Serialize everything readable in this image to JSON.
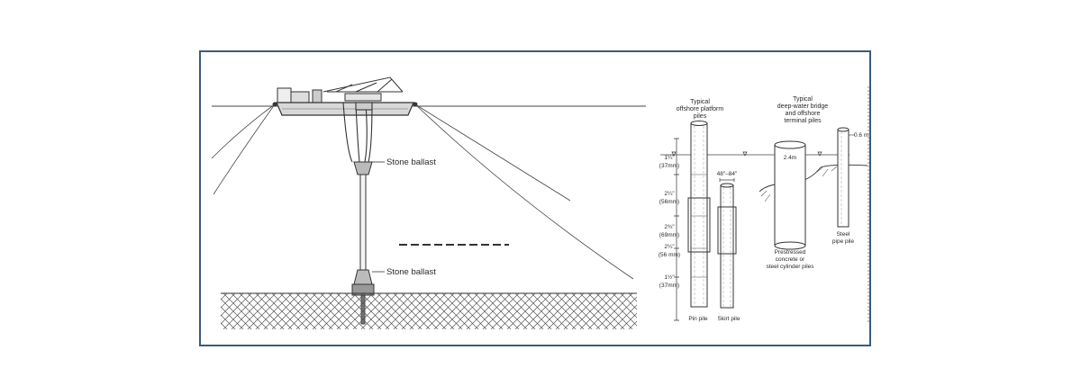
{
  "left_figure": {
    "labels": {
      "stone_ballast_upper": "Stone ballast",
      "stone_ballast_lower": "Stone ballast"
    }
  },
  "right_figure": {
    "headings": {
      "platform_line1": "Typical",
      "platform_line2": "offshore platform",
      "platform_line3": "piles",
      "terminal_line1": "Typical",
      "terminal_line2": "deep-water bridge",
      "terminal_line3": "and offshore",
      "terminal_line4": "terminal piles"
    },
    "dimensions": {
      "d1_in": "1¼\"",
      "d1_mm": "(37mm)",
      "d2_in": "2¼\"",
      "d2_mm": "(56mm)",
      "d3_in": "2¾\"",
      "d3_mm": "(69mm)",
      "d4_in": "2¼\"",
      "d4_mm": "(56 mm)",
      "d5_in": "1½\"",
      "d5_mm": "(37mm)",
      "skirt_width": "48\"–84\"",
      "cylinder_width": "2.4m",
      "steel_width": "0.6 m"
    },
    "captions": {
      "pin_pile": "Pin pile",
      "skirt_pile": "Skirt pile",
      "prestressed_line1": "Prestressed",
      "prestressed_line2": "concrete or",
      "prestressed_line3": "steel cylinder piles",
      "steel_line1": "Steel",
      "steel_line2": "pipe pile"
    }
  },
  "colors": {
    "frame": "#3a5a7c",
    "ink": "#333333"
  }
}
